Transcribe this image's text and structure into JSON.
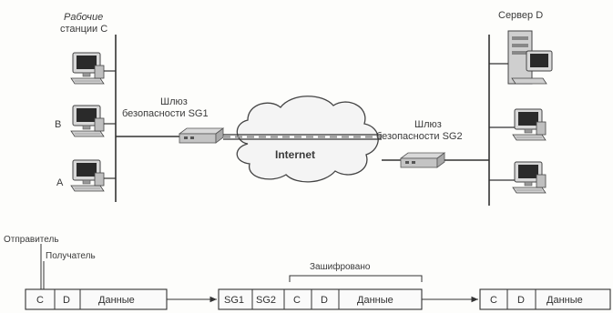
{
  "labels": {
    "workstations_line1": "Рабочие",
    "workstations_line2": "станции С",
    "ws_b": "B",
    "ws_a": "A",
    "server": "Сервер D",
    "gateway1_line1": "Шлюз",
    "gateway1_line2": "безопасности SG1",
    "gateway2_line1": "Шлюз",
    "gateway2_line2": "безопасности SG2",
    "internet": "Internet",
    "sender": "Отправитель",
    "receiver": "Получатель",
    "encrypted": "Зашифровано"
  },
  "packets": {
    "original": [
      "C",
      "D",
      "Данные"
    ],
    "tunneled": [
      "SG1",
      "SG2",
      "C",
      "D",
      "Данные"
    ],
    "delivered": [
      "C",
      "D",
      "Данные"
    ]
  }
}
